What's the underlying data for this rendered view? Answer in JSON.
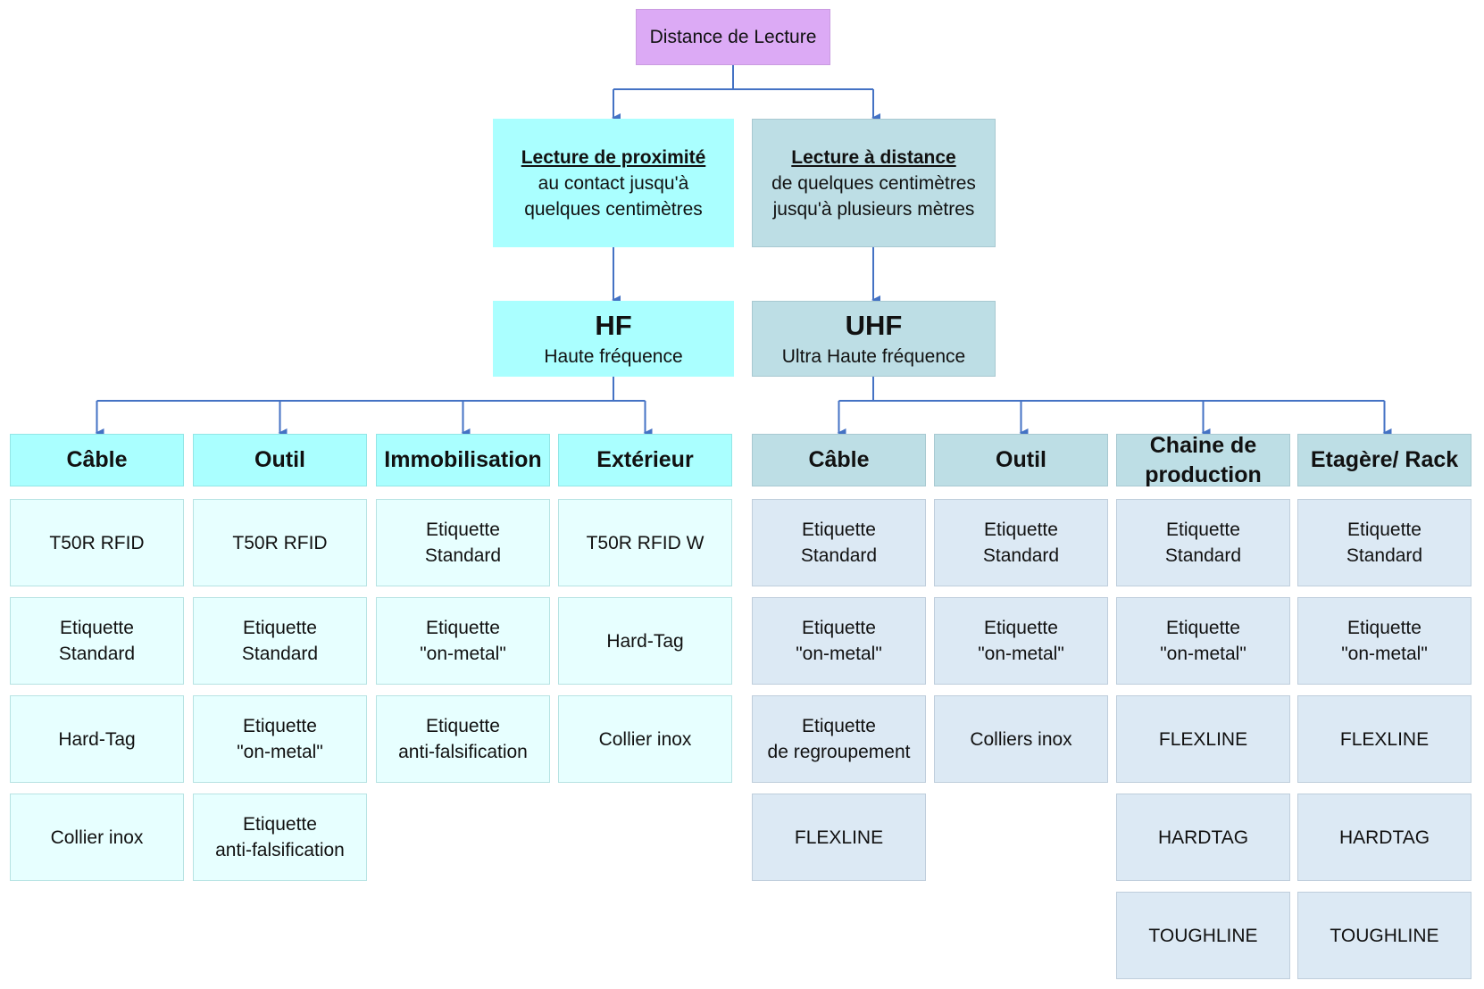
{
  "root": {
    "label": "Distance de Lecture"
  },
  "proximity": {
    "title": "Lecture de proximité",
    "line1": "au contact jusqu'à",
    "line2": "quelques centimètres"
  },
  "distance": {
    "title": "Lecture à distance",
    "line1": "de quelques centimètres",
    "line2": "jusqu'à plusieurs mètres"
  },
  "hf": {
    "code": "HF",
    "name": "Haute fréquence"
  },
  "uhf": {
    "code": "UHF",
    "name": "Ultra Haute fréquence"
  },
  "hf_categories": [
    {
      "label": "Câble",
      "items": [
        [
          "T50R RFID"
        ],
        [
          "Etiquette",
          "Standard"
        ],
        [
          "Hard-Tag"
        ],
        [
          "Collier inox"
        ]
      ]
    },
    {
      "label": "Outil",
      "items": [
        [
          "T50R RFID"
        ],
        [
          "Etiquette",
          "Standard"
        ],
        [
          "Etiquette",
          "\"on-metal\""
        ],
        [
          "Etiquette",
          "anti-falsification"
        ]
      ]
    },
    {
      "label": "Immobilisation",
      "items": [
        [
          "Etiquette",
          "Standard"
        ],
        [
          "Etiquette",
          "\"on-metal\""
        ],
        [
          "Etiquette",
          "anti-falsification"
        ]
      ]
    },
    {
      "label": "Extérieur",
      "items": [
        [
          "T50R RFID W"
        ],
        [
          "Hard-Tag"
        ],
        [
          "Collier inox"
        ]
      ]
    }
  ],
  "uhf_categories": [
    {
      "label": "Câble",
      "items": [
        [
          "Etiquette",
          "Standard"
        ],
        [
          "Etiquette",
          "\"on-metal\""
        ],
        [
          "Etiquette",
          "de regroupement"
        ],
        [
          "FLEXLINE"
        ]
      ]
    },
    {
      "label": "Outil",
      "items": [
        [
          "Etiquette",
          "Standard"
        ],
        [
          "Etiquette",
          "\"on-metal\""
        ],
        [
          "Colliers inox"
        ]
      ]
    },
    {
      "label": "Chaine de production",
      "items": [
        [
          "Etiquette",
          "Standard"
        ],
        [
          "Etiquette",
          "\"on-metal\""
        ],
        [
          "FLEXLINE"
        ],
        [
          "HARDTAG"
        ],
        [
          "TOUGHLINE"
        ]
      ]
    },
    {
      "label": "Etagère/ Rack",
      "items": [
        [
          "Etiquette",
          "Standard"
        ],
        [
          "Etiquette",
          "\"on-metal\""
        ],
        [
          "FLEXLINE"
        ],
        [
          "HARDTAG"
        ],
        [
          "TOUGHLINE"
        ]
      ]
    }
  ],
  "colors": {
    "connector": "#4472c4",
    "hf_fill": "#aaffff",
    "hf_leaf_fill": "#e7ffff",
    "uhf_fill": "#bddee5",
    "uhf_leaf_fill": "#dce9f4",
    "root_fill": "#dcaaf5"
  }
}
